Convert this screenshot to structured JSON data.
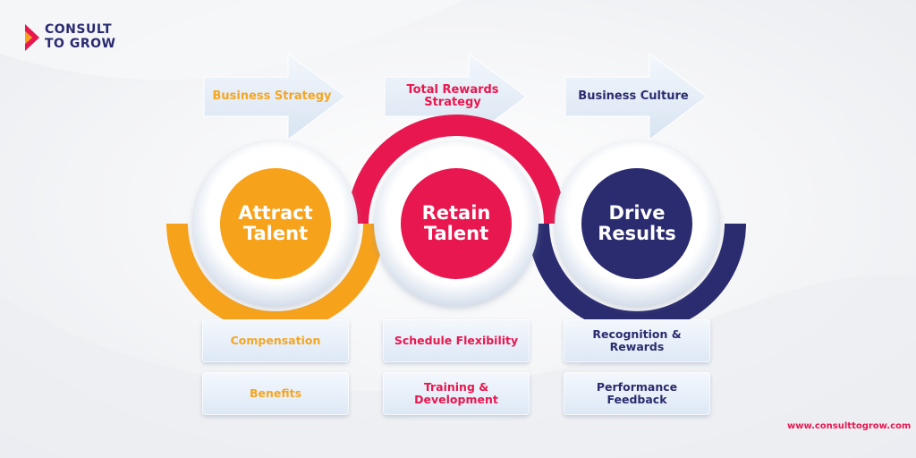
{
  "logo": {
    "line1": "CONSULT",
    "line2": "TO GROW",
    "icon": "play-chevron-icon"
  },
  "arrows": [
    {
      "label": "Business Strategy"
    },
    {
      "label": "Total Rewards\nStrategy"
    },
    {
      "label": "Business Culture"
    }
  ],
  "circles": [
    {
      "label": "Attract\nTalent",
      "color": "#f7a21b"
    },
    {
      "label": "Retain\nTalent",
      "color": "#e8174f"
    },
    {
      "label": "Drive\nResults",
      "color": "#2b2c6f"
    }
  ],
  "cards": {
    "col1": [
      "Compensation",
      "Benefits"
    ],
    "col2": [
      "Schedule Flexibility",
      "Training &\nDevelopment"
    ],
    "col3": [
      "Recognition &\nRewards",
      "Performance\nFeedback"
    ]
  },
  "website": "www.consulttogrow.com",
  "colors": {
    "orange": "#f7a21b",
    "pink": "#e8174f",
    "navy": "#2b2c6f",
    "text_navy": "#2a2a72"
  }
}
